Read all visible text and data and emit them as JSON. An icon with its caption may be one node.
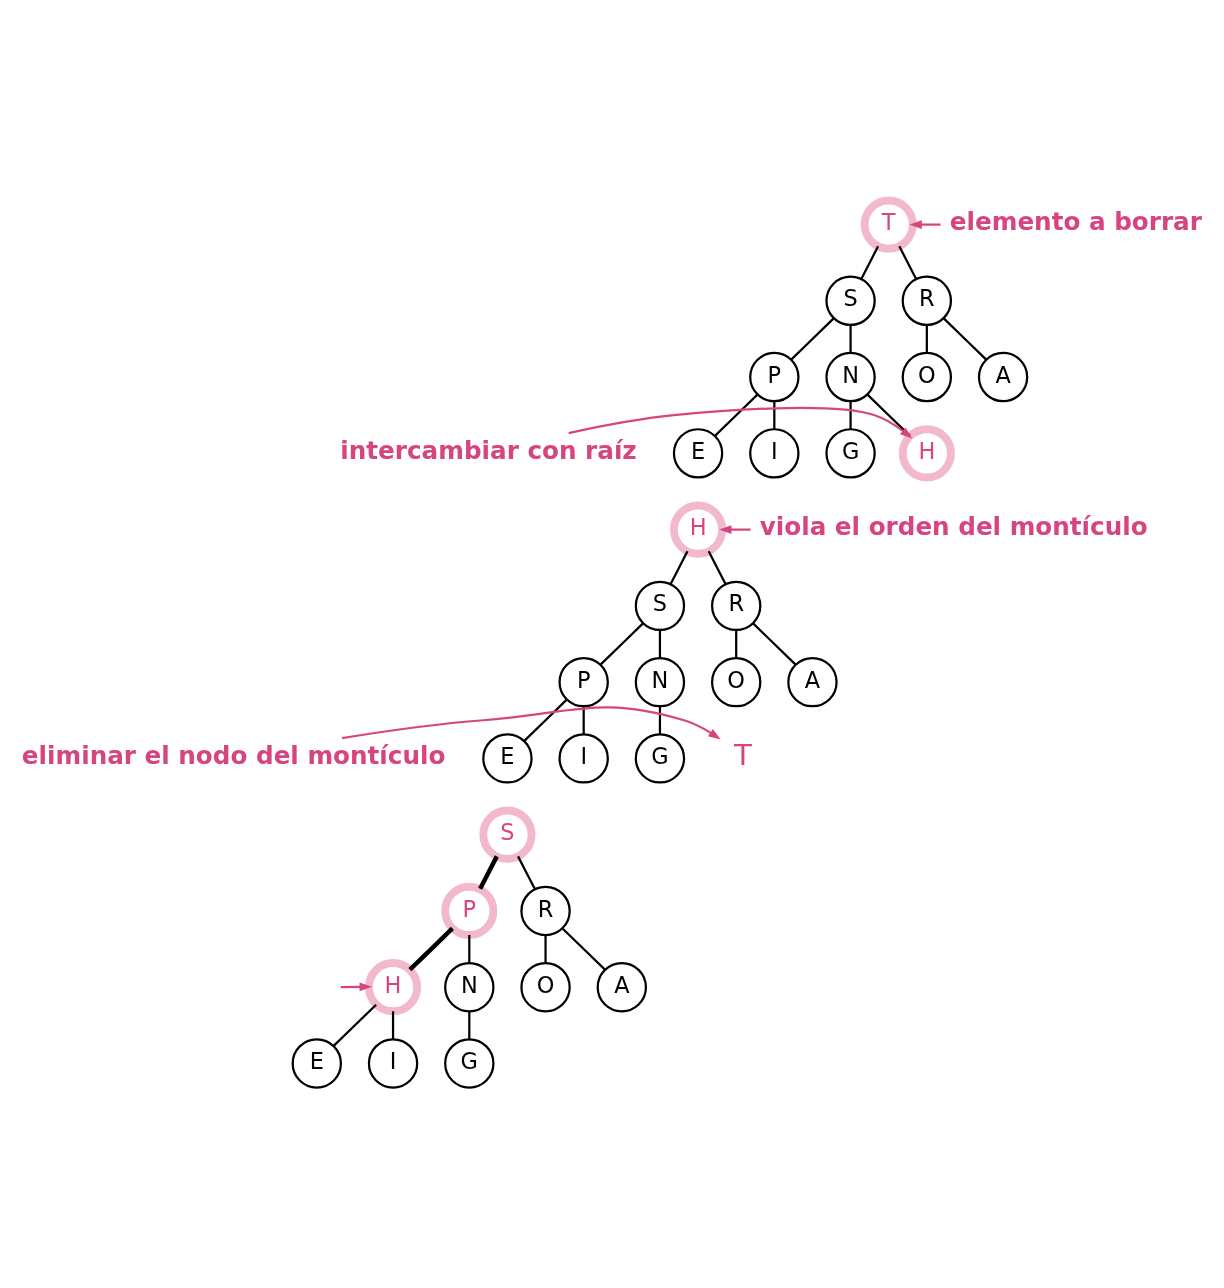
{
  "diagram": {
    "nodes": [
      {
        "text": [
          "T"
        ]
      },
      {
        "text": [
          "S"
        ]
      },
      {
        "text": [
          "R"
        ]
      },
      {
        "text": [
          "P"
        ]
      },
      {
        "text": [
          "N"
        ]
      },
      {
        "text": [
          "O"
        ]
      },
      {
        "text": [
          "A"
        ]
      },
      {
        "text": [
          "E"
        ]
      },
      {
        "text": [
          "I"
        ]
      },
      {
        "text": [
          "G"
        ]
      },
      {
        "text": [
          "H"
        ]
      },
      {
        "text": [
          "elemento a borrar"
        ]
      },
      {
        "text": [
          "intercambiar con raíz"
        ]
      },
      {
        "text": [
          "H"
        ]
      },
      {
        "text": [
          "S"
        ]
      },
      {
        "text": [
          "R"
        ]
      },
      {
        "text": [
          "P"
        ]
      },
      {
        "text": [
          "N"
        ]
      },
      {
        "text": [
          "O"
        ]
      },
      {
        "text": [
          "A"
        ]
      },
      {
        "text": [
          "E"
        ]
      },
      {
        "text": [
          "I"
        ]
      },
      {
        "text": [
          "G"
        ]
      },
      {
        "text": [
          "T"
        ]
      },
      {
        "text": [
          "viola el orden del montículo"
        ]
      },
      {
        "text": [
          "eliminar el nodo del montículo"
        ]
      },
      {
        "text": [
          "S"
        ]
      },
      {
        "text": [
          "P"
        ]
      },
      {
        "text": [
          "R"
        ]
      },
      {
        "text": [
          "H"
        ]
      },
      {
        "text": [
          "N"
        ]
      },
      {
        "text": [
          "O"
        ]
      },
      {
        "text": [
          "A"
        ]
      },
      {
        "text": [
          "E"
        ]
      },
      {
        "text": [
          "I"
        ]
      },
      {
        "text": [
          "G"
        ]
      }
    ],
    "edges": [
      {
        "from": 0,
        "to": 1,
        "arrow": "none"
      },
      {
        "from": 0,
        "to": 2,
        "arrow": "none"
      },
      {
        "from": 1,
        "to": 3,
        "arrow": "none"
      },
      {
        "from": 1,
        "to": 4,
        "arrow": "none"
      },
      {
        "from": 2,
        "to": 5,
        "arrow": "none"
      },
      {
        "from": 2,
        "to": 6,
        "arrow": "none"
      },
      {
        "from": 3,
        "to": 7,
        "arrow": "none"
      },
      {
        "from": 3,
        "to": 8,
        "arrow": "none"
      },
      {
        "from": 4,
        "to": 9,
        "arrow": "none"
      },
      {
        "from": 4,
        "to": 10,
        "arrow": "none"
      },
      {
        "from": 11,
        "to": 0,
        "arrow": "to",
        "color": "#d6457f"
      },
      {
        "from": 12,
        "to": 10,
        "arrow": "to",
        "color": "#d6457f"
      },
      {
        "from": 13,
        "to": 14,
        "arrow": "none"
      },
      {
        "from": 13,
        "to": 15,
        "arrow": "none"
      },
      {
        "from": 14,
        "to": 16,
        "arrow": "none"
      },
      {
        "from": 14,
        "to": 17,
        "arrow": "none"
      },
      {
        "from": 15,
        "to": 18,
        "arrow": "none"
      },
      {
        "from": 15,
        "to": 19,
        "arrow": "none"
      },
      {
        "from": 16,
        "to": 20,
        "arrow": "none"
      },
      {
        "from": 16,
        "to": 21,
        "arrow": "none"
      },
      {
        "from": 17,
        "to": 22,
        "arrow": "none"
      },
      {
        "from": 24,
        "to": 13,
        "arrow": "to",
        "color": "#d6457f"
      },
      {
        "from": 25,
        "to": 23,
        "arrow": "to",
        "color": "#d6457f"
      },
      {
        "from": 26,
        "to": 27,
        "arrow": "none",
        "style": "thick"
      },
      {
        "from": 26,
        "to": 28,
        "arrow": "none"
      },
      {
        "from": 27,
        "to": 29,
        "arrow": "none",
        "style": "thick"
      },
      {
        "from": 27,
        "to": 30,
        "arrow": "none"
      },
      {
        "from": 28,
        "to": 31,
        "arrow": "none"
      },
      {
        "from": 28,
        "to": 32,
        "arrow": "none"
      },
      {
        "from": 29,
        "to": 33,
        "arrow": "none"
      },
      {
        "from": 29,
        "to": 34,
        "arrow": "none"
      },
      {
        "from": 30,
        "to": 35,
        "arrow": "none"
      },
      {
        "from": null,
        "to": 29,
        "arrow": "to",
        "color": "#d6457f"
      }
    ]
  }
}
